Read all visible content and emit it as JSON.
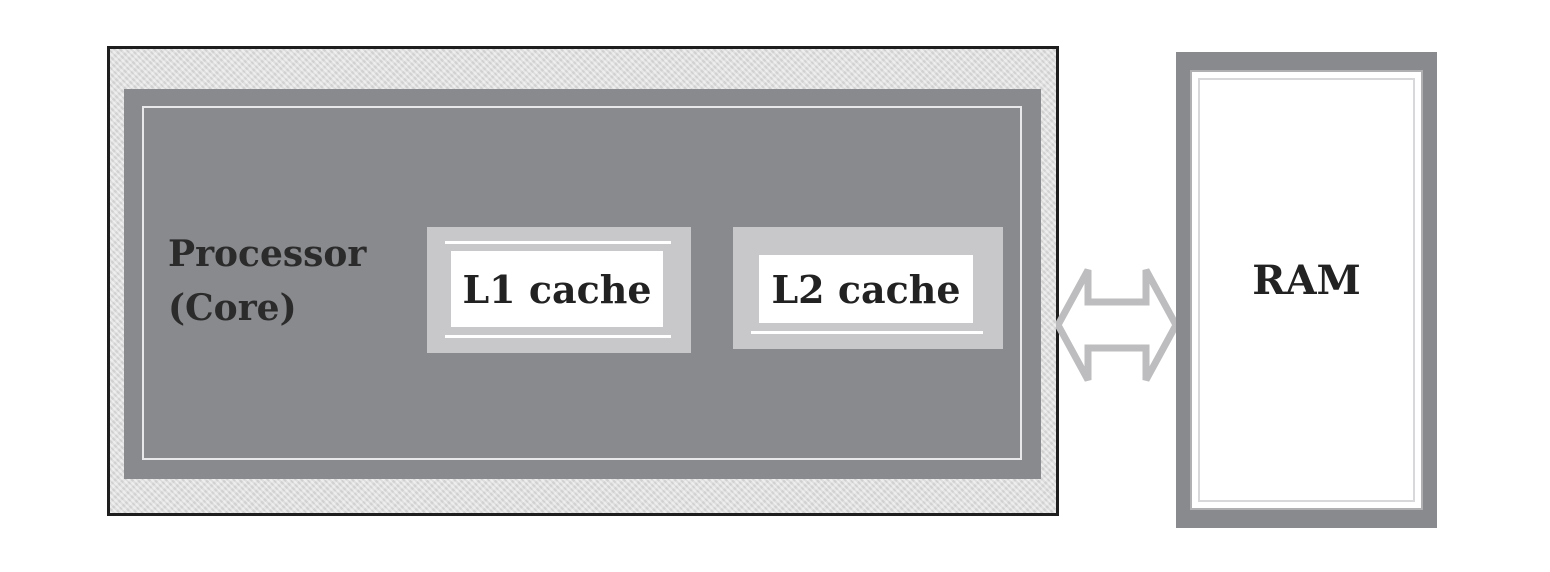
{
  "diagram": {
    "processor": {
      "line1": "Processor",
      "line2": "(Core)"
    },
    "l1_cache": "L1 cache",
    "l2_cache": "L2 cache",
    "ram": "RAM",
    "colors": {
      "processor_fill": "#898a8e",
      "cache_frame": "#c8c8ca",
      "arrow": "#bdbdbf",
      "outline": "#1e1e1e"
    }
  }
}
